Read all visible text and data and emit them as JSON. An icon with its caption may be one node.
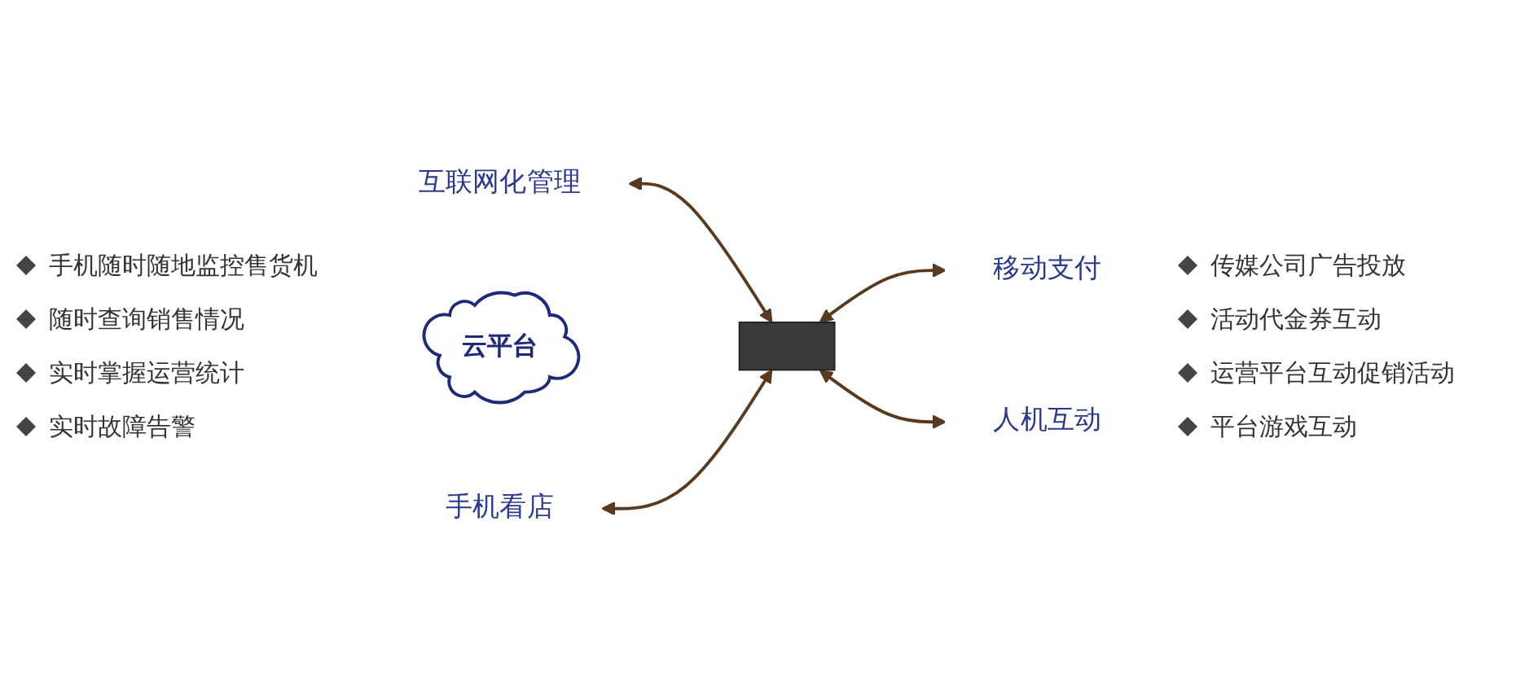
{
  "diagram": {
    "nodes": [
      {
        "text": [],
        "shape": "box"
      },
      {
        "text": [
          "互联网化管理"
        ]
      },
      {
        "text": [
          "云平台"
        ]
      },
      {
        "text": [
          "手机看店"
        ]
      },
      {
        "text": [
          "移动支付"
        ]
      },
      {
        "text": [
          "人机互动"
        ]
      }
    ],
    "edges": [
      {
        "from": 1,
        "to": 0,
        "arrow": "both"
      },
      {
        "from": 3,
        "to": 0,
        "arrow": "both"
      },
      {
        "from": 0,
        "to": 4,
        "arrow": "both"
      },
      {
        "from": 0,
        "to": 5,
        "arrow": "both"
      }
    ],
    "labels": [
      "手机随时随地监控售货机",
      "随时查询销售情况",
      "实时掌握运营统计",
      "实时故障告警",
      "传媒公司广告投放",
      "活动代金券互动",
      "运营平台互动促销活动",
      "平台游戏互动"
    ]
  }
}
